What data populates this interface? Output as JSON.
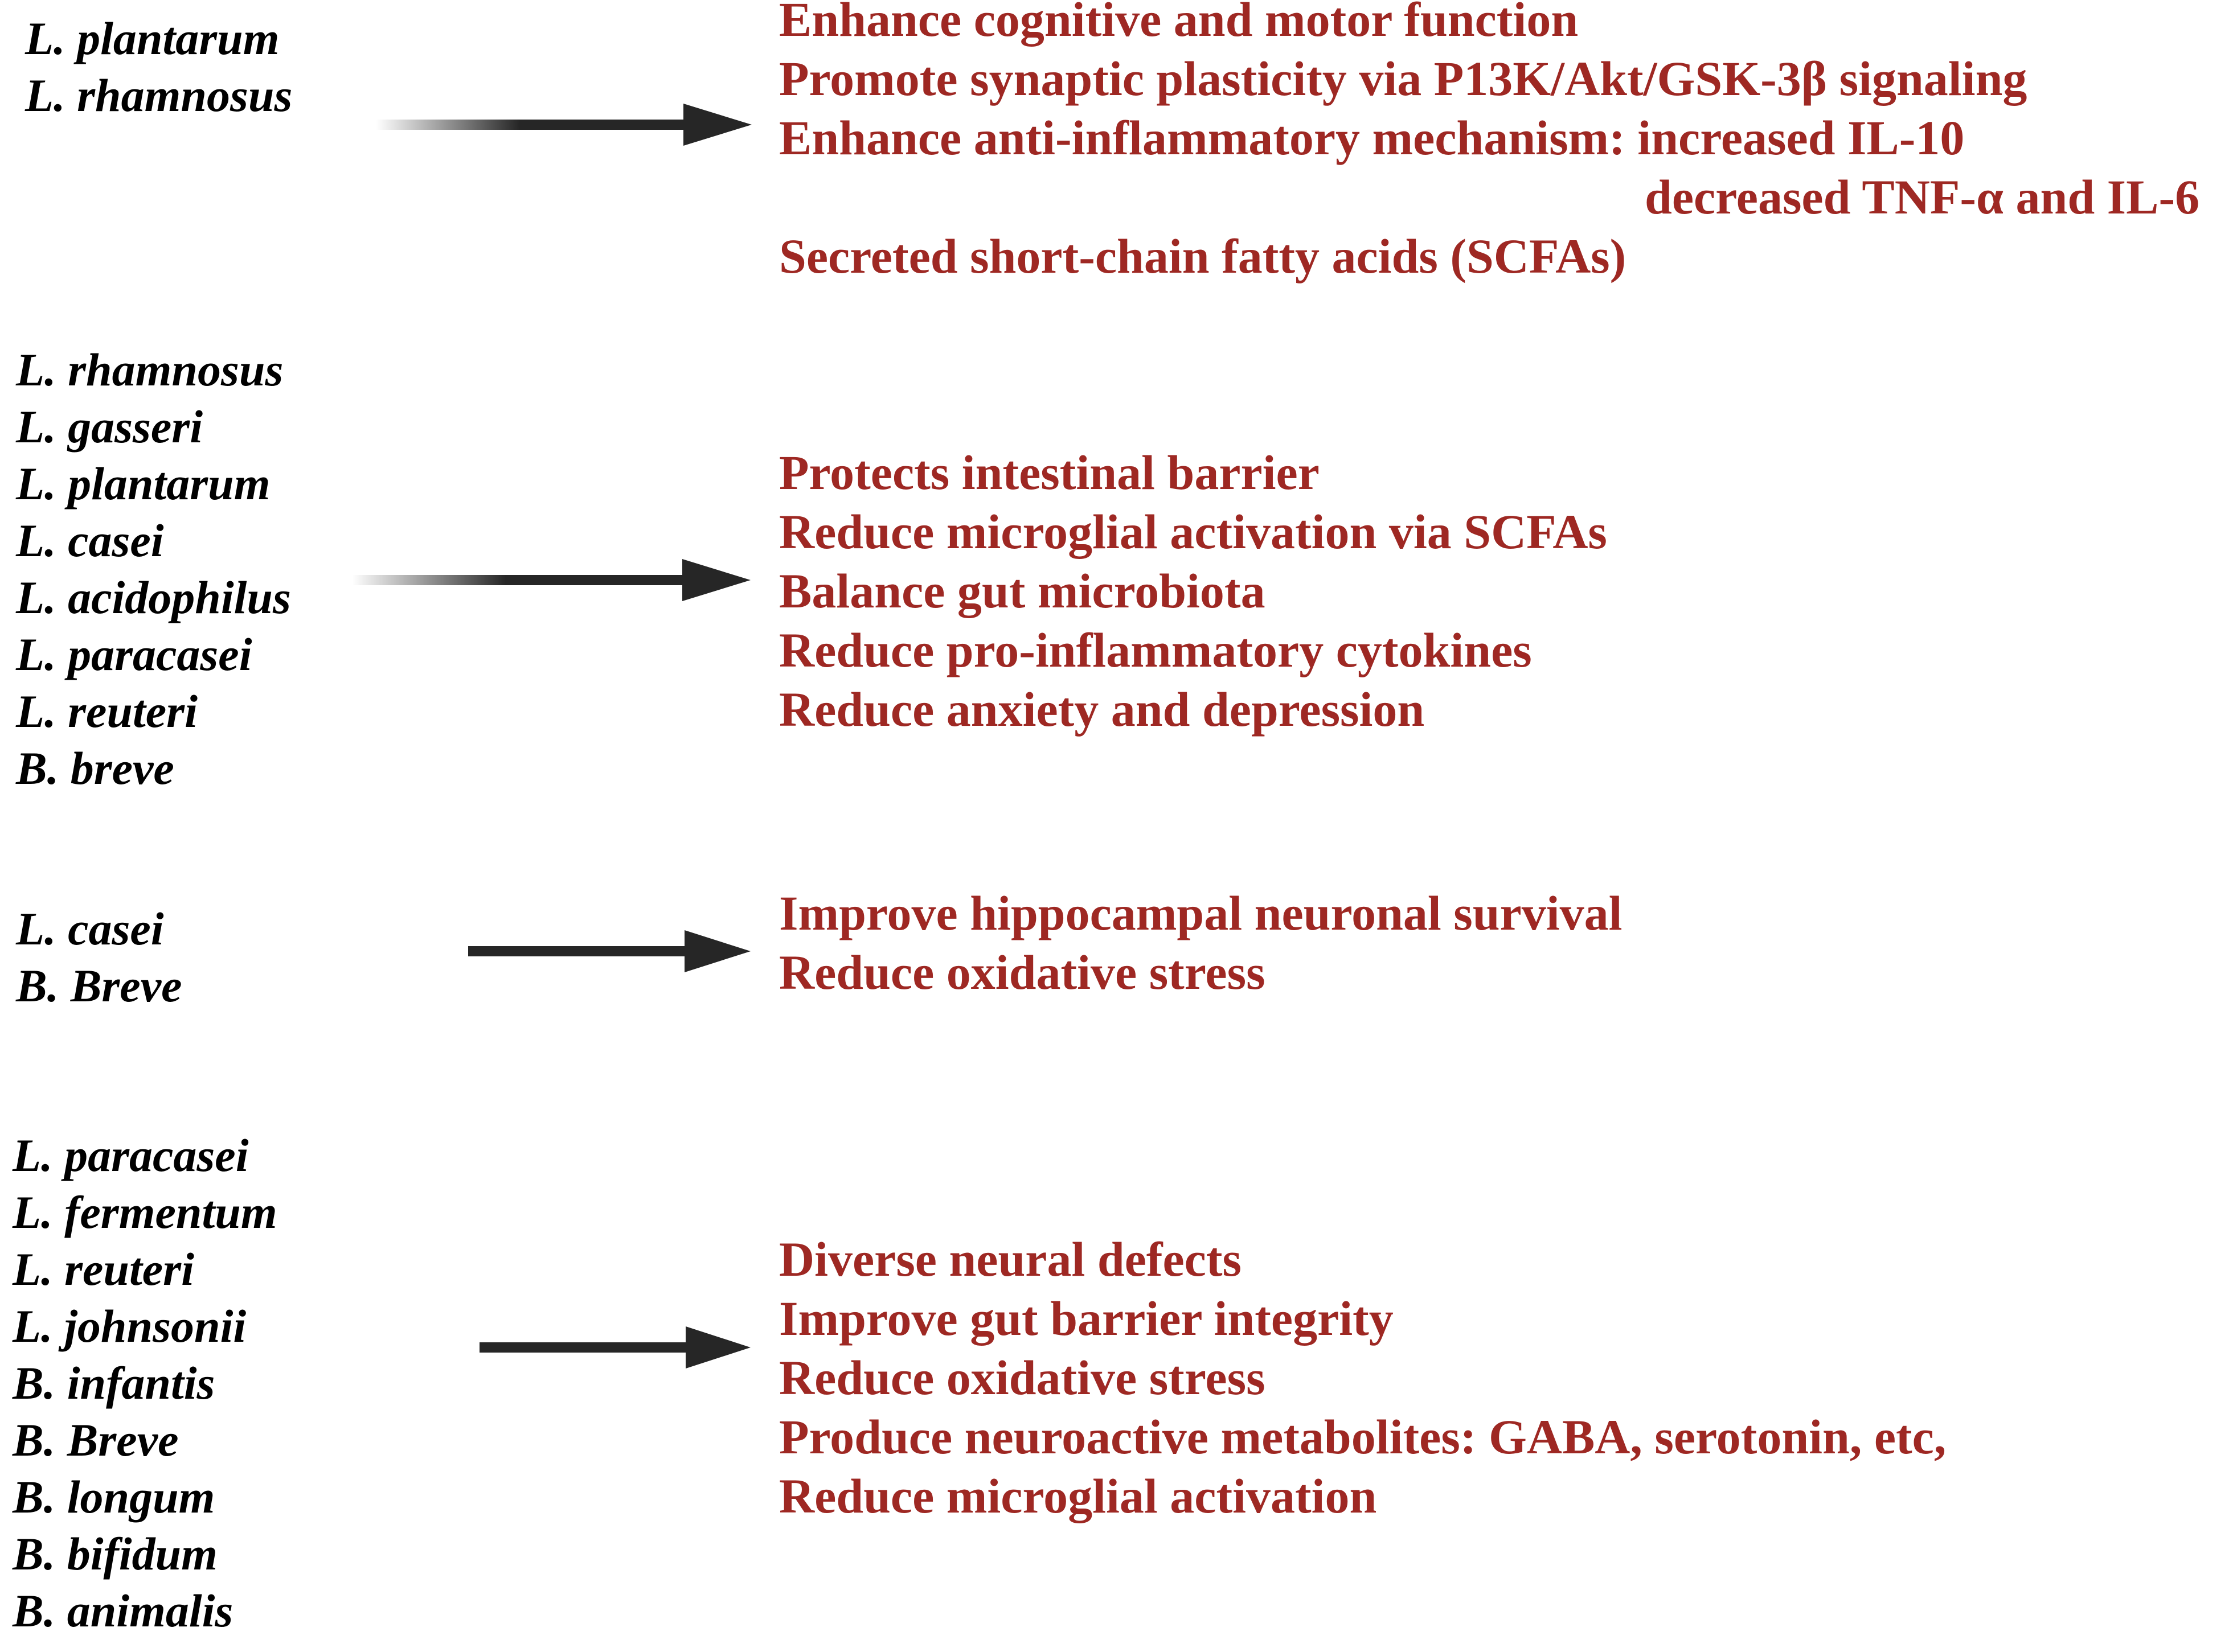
{
  "diagram": {
    "type": "probiotic-effects-flow",
    "accent_color": "#9e2823",
    "text_color": "#000000",
    "arrow_color": "#262626",
    "background": "#ffffff",
    "groups": [
      {
        "id": "group-1",
        "arrow_style": "gradient-fade",
        "species": [
          "L. plantarum",
          "L. rhamnosus"
        ],
        "effects": [
          "Enhance cognitive and motor function",
          "Promote synaptic plasticity via P13K/Akt/GSK-3β signaling",
          "Enhance anti-inflammatory mechanism: increased IL-10",
          "decreased TNF-α and IL-6",
          "Secreted short-chain fatty acids (SCFAs)"
        ]
      },
      {
        "id": "group-2",
        "arrow_style": "gradient-fade",
        "species": [
          "L. rhamnosus",
          "L. gasseri",
          "L. plantarum",
          "L. casei",
          "L. acidophilus",
          "L. paracasei",
          "L. reuteri",
          "B. breve"
        ],
        "effects": [
          "Protects intestinal barrier",
          "Reduce microglial activation via SCFAs",
          "Balance gut microbiota",
          "Reduce pro-inflammatory cytokines",
          "Reduce anxiety and depression"
        ]
      },
      {
        "id": "group-3",
        "arrow_style": "solid",
        "species": [
          "L. casei",
          "B. Breve"
        ],
        "effects": [
          "Improve hippocampal neuronal survival",
          "Reduce oxidative stress"
        ]
      },
      {
        "id": "group-4",
        "arrow_style": "solid",
        "species": [
          "L. paracasei",
          "L. fermentum",
          "L. reuteri",
          "L. johnsonii",
          "B. infantis",
          "B. Breve",
          "B. longum",
          "B. bifidum",
          "B. animalis"
        ],
        "effects": [
          "Diverse neural defects",
          "Improve gut barrier integrity",
          "Reduce oxidative stress",
          "Produce neuroactive metabolites: GABA, serotonin, etc,",
          "Reduce microglial activation"
        ]
      }
    ]
  }
}
